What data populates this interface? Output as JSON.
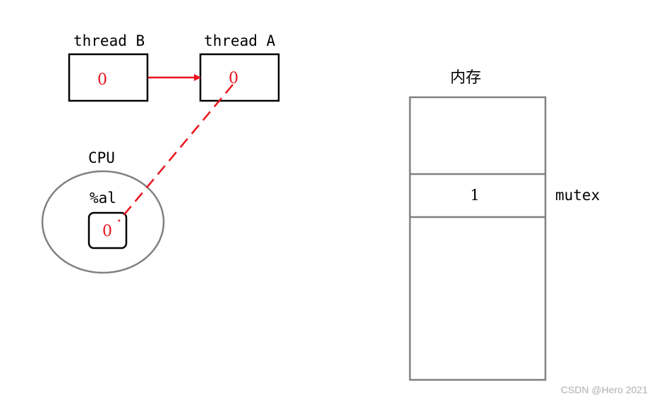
{
  "threads": {
    "thread_b": {
      "label": "thread B",
      "value": "0"
    },
    "thread_a": {
      "label": "thread A",
      "value": "0"
    }
  },
  "cpu": {
    "label": "CPU",
    "register": {
      "label": "%al",
      "value": "0"
    }
  },
  "memory": {
    "label": "内存",
    "cell_value": "1",
    "cell_label": "mutex"
  },
  "watermark": "CSDN @Hero 2021",
  "colors": {
    "value_red": "#e8141e",
    "arrow_red": "#e8141e",
    "box_black": "#000000",
    "outline_gray": "#808080",
    "watermark_gray": "#b0b0b0"
  }
}
